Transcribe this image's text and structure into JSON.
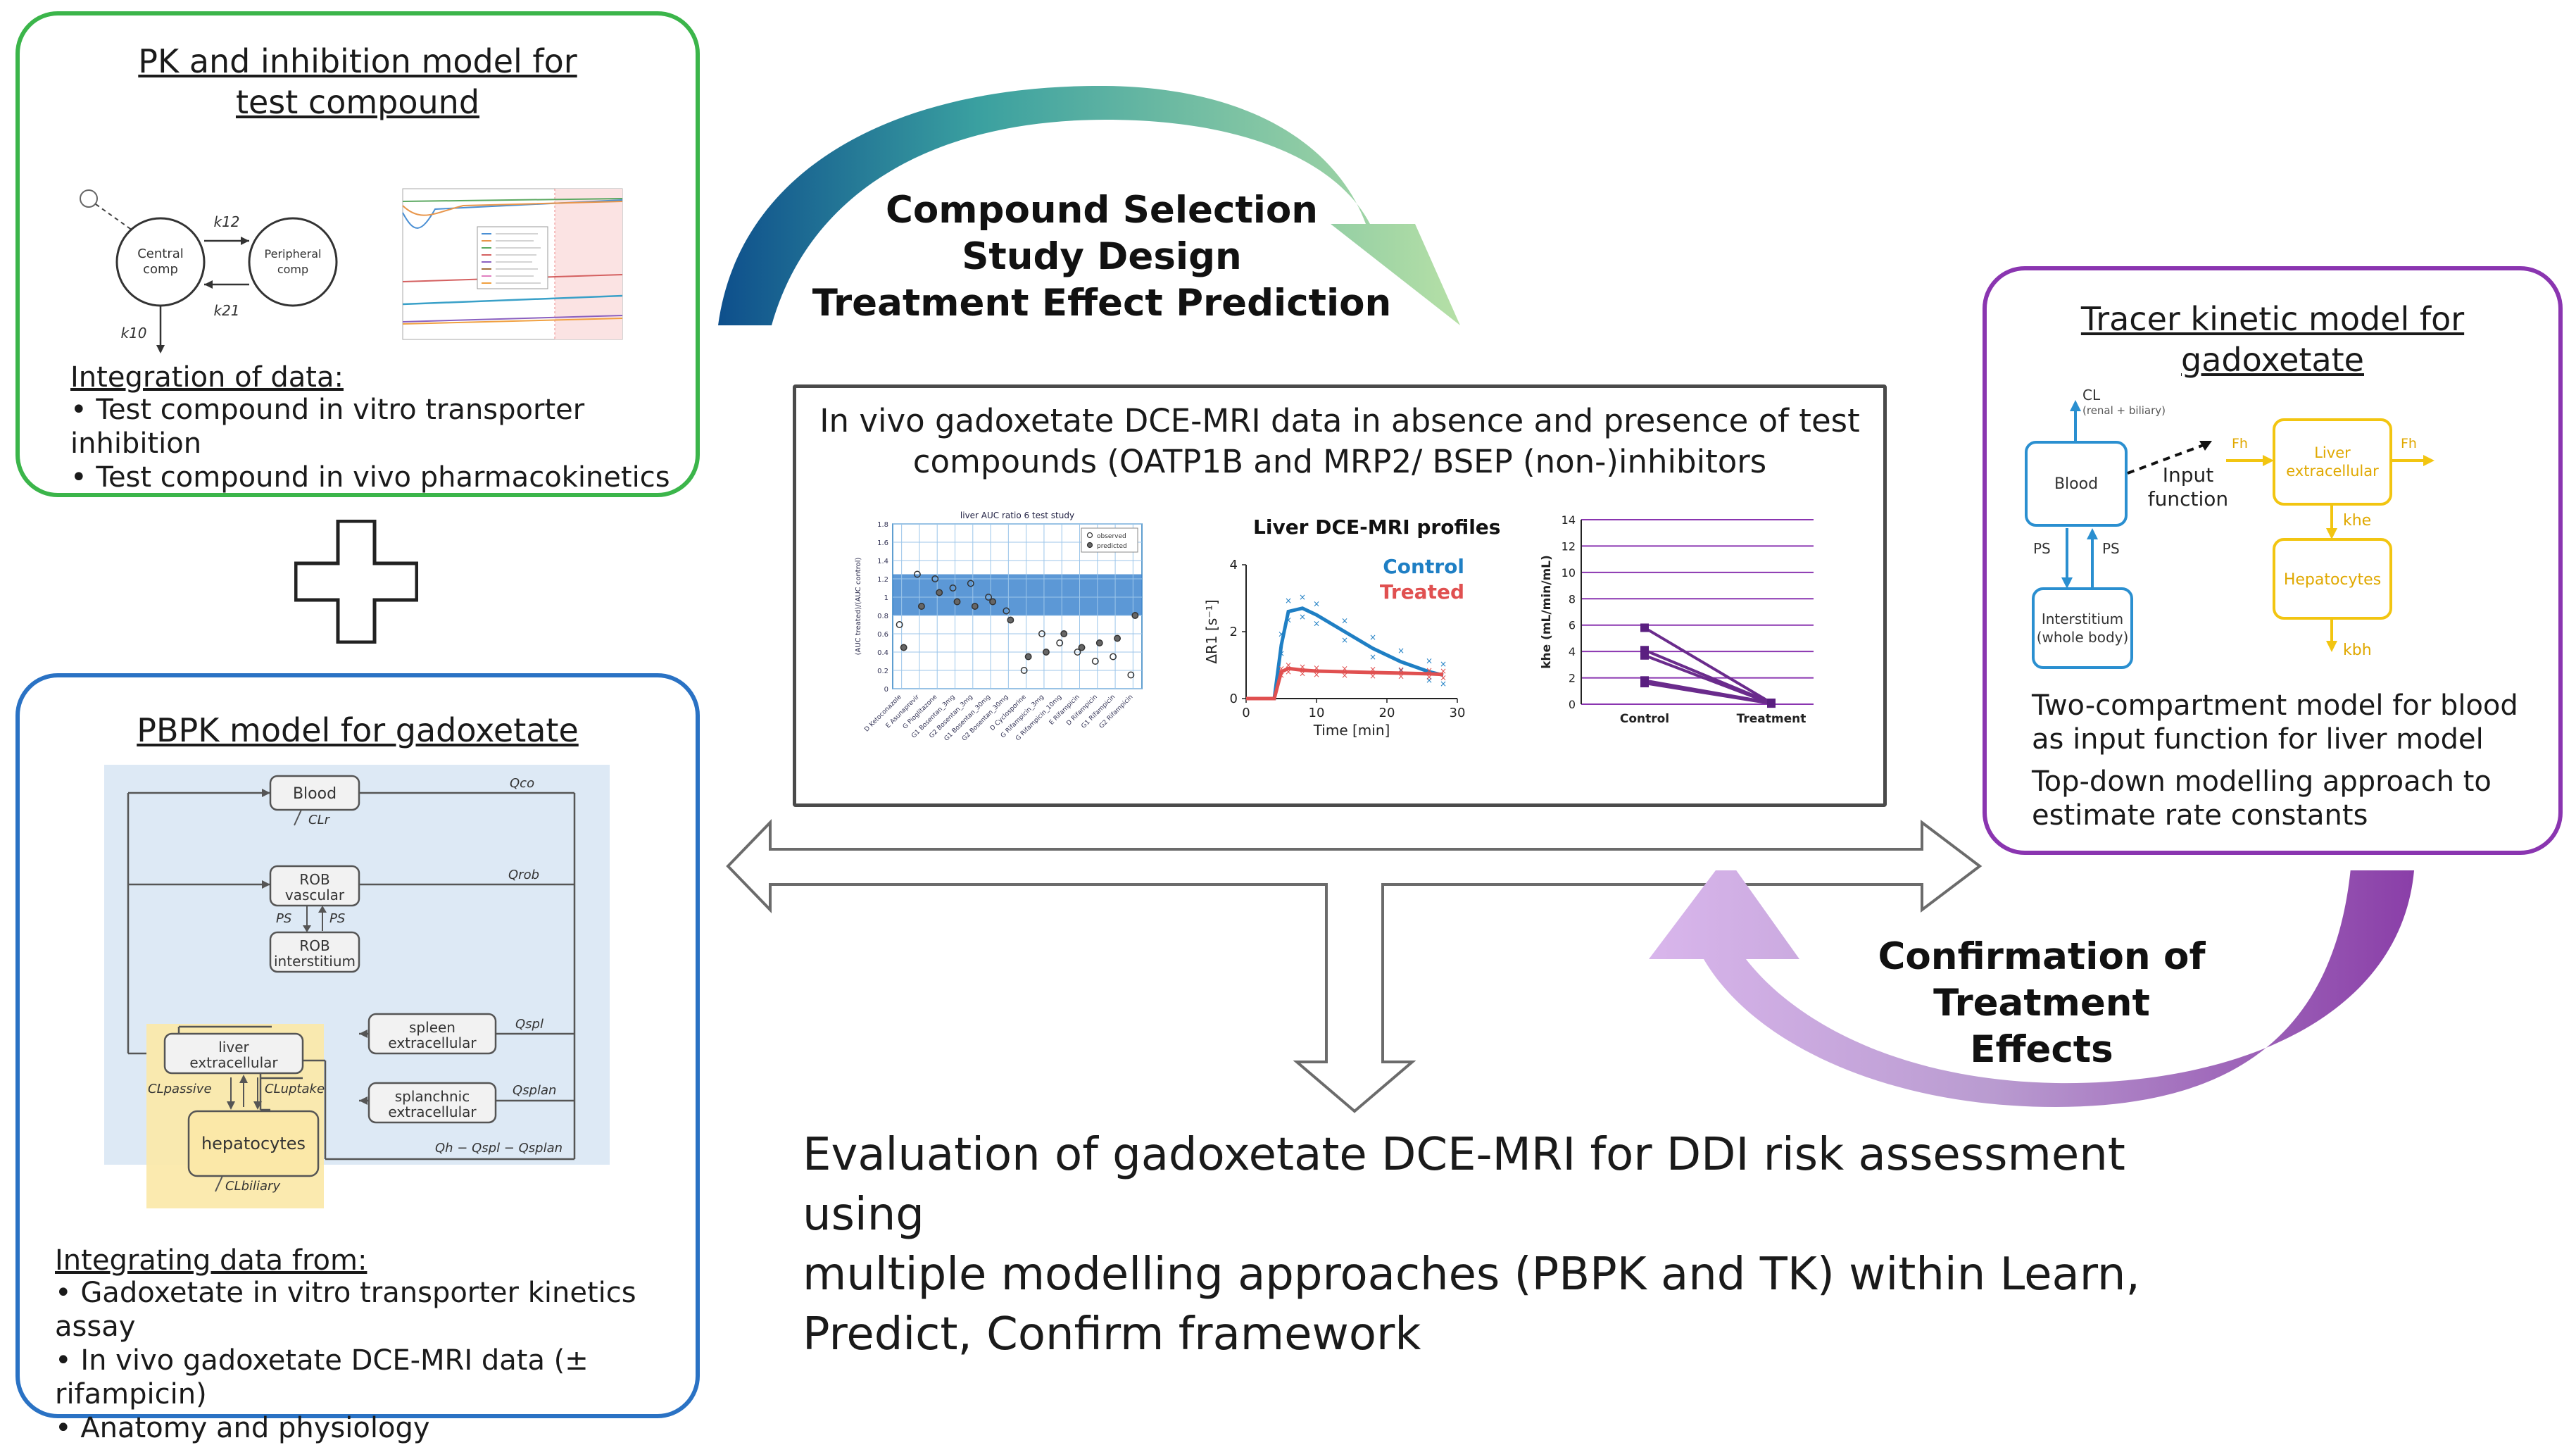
{
  "pk_panel": {
    "title": "PK and inhibition model for test compound",
    "central": [
      "Central",
      "comp"
    ],
    "peripheral": [
      "Peripheral",
      "comp"
    ],
    "k12": "k12",
    "k21": "k21",
    "k10": "k10",
    "integration_label": "Integration of data:",
    "bullets": [
      "Test compound in vitro transporter inhibition",
      "Test compound in vivo pharmacokinetics"
    ]
  },
  "pbpk_panel": {
    "title": "PBPK model for gadoxetate",
    "nodes": {
      "blood": "Blood",
      "rob_vascular": [
        "ROB",
        "vascular"
      ],
      "rob_interstitium": [
        "ROB",
        "interstitium"
      ],
      "liver_extracellular": [
        "liver",
        "extracellular"
      ],
      "spleen_extracellular": [
        "spleen",
        "extracellular"
      ],
      "splanchnic_extracellular": [
        "splanchnic",
        "extracellular"
      ],
      "hepatocytes": "hepatocytes"
    },
    "flow_labels": {
      "q_co": "Qco",
      "q_rob": "Qrob",
      "q_spl": "Qspl",
      "q_splan": "Qsplan",
      "q_h": "Qh − Qspl − Qsplan",
      "ps": "PS",
      "cl_r": "CLr",
      "cl_passive": "CLpassive",
      "cl_uptake": "CLuptake",
      "cl_biliary": "CLbiliary"
    },
    "integrating_label": "Integrating data from:",
    "bullets": [
      "Gadoxetate in vitro transporter kinetics assay",
      "In vivo gadoxetate DCE-MRI data (± rifampicin)",
      "Anatomy and physiology"
    ]
  },
  "tk_panel": {
    "title": "Tracer kinetic model for gadoxetate",
    "cl_label": "CL",
    "cl_sub": "(renal + biliary)",
    "blood": "Blood",
    "input_function": [
      "Input",
      "function"
    ],
    "liver_extracellular": [
      "Liver",
      "extracellular"
    ],
    "interstitium": [
      "Interstitium",
      "(whole body)"
    ],
    "hepatocytes": "Hepatocytes",
    "fh": "Fh",
    "khe": "khe",
    "kbh": "kbh",
    "ps": "PS",
    "desc1": [
      "Two-compartment model for blood",
      "as input function for liver model"
    ],
    "desc2": [
      "Top-down modelling approach to",
      "estimate rate constants"
    ]
  },
  "center_box": {
    "heading": [
      "In vivo gadoxetate DCE-MRI data in absence and presence of test",
      "compounds (OATP1B and MRP2/ BSEP (non-)inhibitors"
    ]
  },
  "top_arrow_text": [
    "Compound Selection",
    "Study Design",
    "Treatment Effect Prediction"
  ],
  "bottom_arrow_text": [
    "Confirmation of",
    "Treatment Effects"
  ],
  "conclusion": [
    "Evaluation of gadoxetate DCE-MRI for DDI risk assessment using",
    "multiple modelling approaches (PBPK and TK) within Learn,",
    "Predict, Confirm framework"
  ],
  "chart_data": [
    {
      "type": "scatter",
      "title": "liver AUC ratio 6 test study",
      "ylabel": "(AUC treated)/(AUC control)",
      "ylim": [
        0,
        1.8
      ],
      "yticks": [
        "0",
        "0.2",
        "0.4",
        "0.6",
        "0.8",
        "1",
        "1.2",
        "1.4",
        "1.6",
        "1.8"
      ],
      "categories": [
        "D Ketoconazole",
        "E Asunaprevir",
        "G Pioglitazone",
        "G1 Bosentan_3mg",
        "G2 Bosentan_3mg",
        "G1 Bosentan_30mg",
        "G2 Bosentan_30mg",
        "D Cyclosporine",
        "G Rifampicin_3mg",
        "G Rifampicin_10mg",
        "E Rifampicin",
        "D Rifampicin",
        "G1 Rifampicin",
        "G2 Rifampicin"
      ],
      "legend": [
        "observed",
        "predicted"
      ],
      "band": [
        0.8,
        1.25
      ],
      "series": [
        {
          "name": "observed",
          "values": [
            0.7,
            1.25,
            1.2,
            1.1,
            1.15,
            1.0,
            0.85,
            0.2,
            0.6,
            0.5,
            0.4,
            0.3,
            0.35,
            0.15
          ]
        },
        {
          "name": "predicted",
          "values": [
            0.45,
            0.9,
            1.05,
            0.95,
            0.9,
            0.95,
            0.75,
            0.35,
            0.4,
            0.6,
            0.45,
            0.5,
            0.55,
            0.8
          ]
        }
      ]
    },
    {
      "type": "line",
      "title": "Liver DCE-MRI profiles",
      "xlabel": "Time [min]",
      "ylabel": "ΔR1 [s⁻¹]",
      "xlim": [
        0,
        30
      ],
      "ylim": [
        0,
        4
      ],
      "xticks": [
        "0",
        "10",
        "20",
        "30"
      ],
      "yticks": [
        "0",
        "2",
        "4"
      ],
      "series": [
        {
          "name": "Control",
          "color": "#1f7fc4",
          "x": [
            0,
            4,
            5,
            6,
            8,
            10,
            14,
            18,
            22,
            26,
            28
          ],
          "y": [
            0,
            0,
            1.6,
            2.6,
            2.7,
            2.5,
            2.0,
            1.5,
            1.1,
            0.8,
            0.7
          ]
        },
        {
          "name": "Treated",
          "color": "#e05050",
          "x": [
            0,
            4,
            5,
            6,
            8,
            10,
            14,
            18,
            22,
            26,
            28
          ],
          "y": [
            0,
            0,
            0.8,
            0.9,
            0.85,
            0.82,
            0.8,
            0.78,
            0.76,
            0.74,
            0.72
          ]
        }
      ]
    },
    {
      "type": "line",
      "ylabel": "khe (mL/min/mL)",
      "ylim": [
        0,
        14
      ],
      "yticks": [
        "0",
        "2",
        "4",
        "6",
        "8",
        "10",
        "12",
        "14"
      ],
      "categories": [
        "Control",
        "Treatment"
      ],
      "series": [
        {
          "values": [
            5.8,
            0.1
          ]
        },
        {
          "values": [
            4.1,
            0.1
          ]
        },
        {
          "values": [
            3.7,
            0.05
          ]
        },
        {
          "values": [
            1.8,
            0.1
          ]
        },
        {
          "values": [
            1.6,
            0.05
          ]
        }
      ]
    }
  ],
  "colors": {
    "green": "#3bb54a",
    "blue": "#2a72c4",
    "purple": "#8a35b0",
    "yellow": "#f2c511",
    "tkblue": "#2a8fd0"
  }
}
